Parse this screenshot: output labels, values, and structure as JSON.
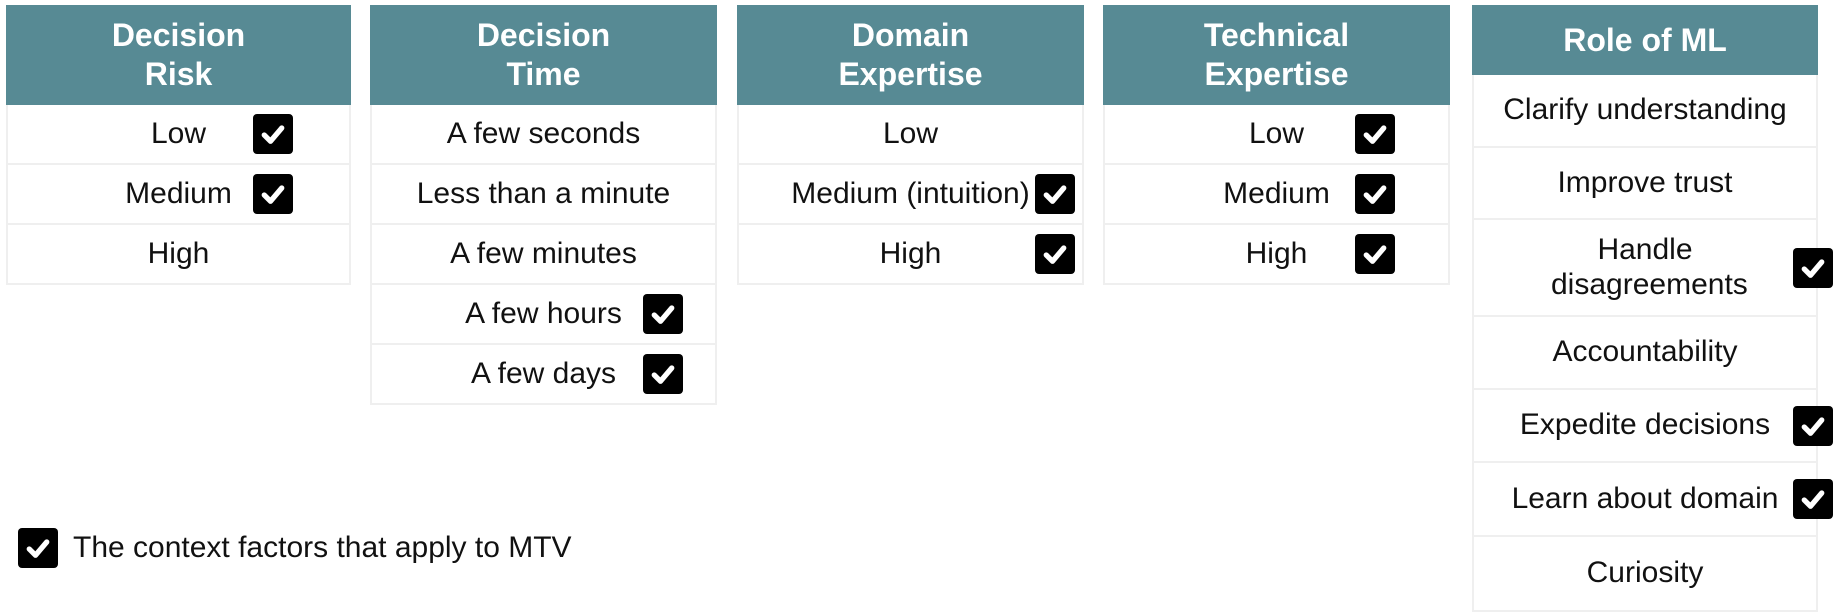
{
  "palette": {
    "header_bg": "#578a94",
    "header_text": "#ffffff",
    "cell_text": "#111111",
    "row_border": "#efefef",
    "checkbox_bg": "#000000",
    "checkmark": "#ffffff",
    "background": "#ffffff"
  },
  "columns": [
    {
      "id": "decision-risk",
      "title_lines": [
        "Decision",
        "Risk"
      ],
      "rows": [
        {
          "label": "Low",
          "checked": true
        },
        {
          "label": "Medium",
          "checked": true
        },
        {
          "label": "High",
          "checked": false
        }
      ]
    },
    {
      "id": "decision-time",
      "title_lines": [
        "Decision",
        "Time"
      ],
      "rows": [
        {
          "label": "A few seconds",
          "checked": false
        },
        {
          "label": "Less than a minute",
          "checked": false
        },
        {
          "label": "A few minutes",
          "checked": false
        },
        {
          "label": "A few hours",
          "checked": true
        },
        {
          "label": "A few days",
          "checked": true
        }
      ]
    },
    {
      "id": "domain-expertise",
      "title_lines": [
        "Domain",
        "Expertise"
      ],
      "rows": [
        {
          "label": "Low",
          "checked": false
        },
        {
          "label": "Medium (intuition)",
          "checked": true
        },
        {
          "label": "High",
          "checked": true
        }
      ]
    },
    {
      "id": "technical-expertise",
      "title_lines": [
        "Technical",
        "Expertise"
      ],
      "rows": [
        {
          "label": "Low",
          "checked": true
        },
        {
          "label": "Medium",
          "checked": true
        },
        {
          "label": "High",
          "checked": true
        }
      ]
    },
    {
      "id": "role-of-ml",
      "title_lines": [
        "Role of ML"
      ],
      "rows": [
        {
          "label": "Clarify understanding",
          "checked": false
        },
        {
          "label": "Improve trust",
          "checked": false
        },
        {
          "label": "Handle disagreements",
          "checked": true
        },
        {
          "label": "Accountability",
          "checked": false
        },
        {
          "label": "Expedite decisions",
          "checked": true
        },
        {
          "label": "Learn about domain",
          "checked": true
        },
        {
          "label": "Curiosity",
          "checked": false
        }
      ]
    }
  ],
  "legend": {
    "text": "The context factors that apply to MTV",
    "icon": "checked-checkbox-icon"
  }
}
